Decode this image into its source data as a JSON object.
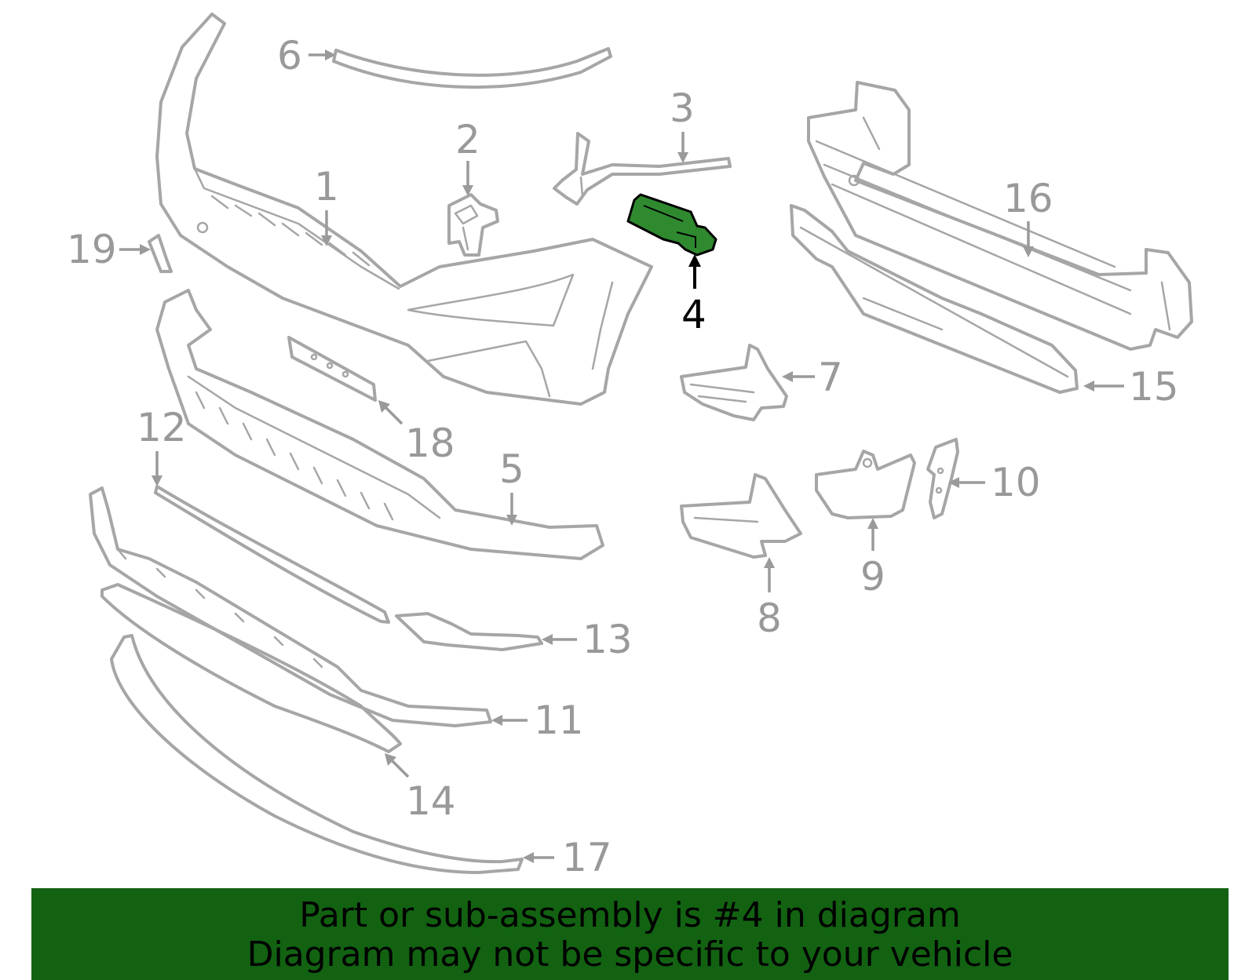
{
  "highlight_color": "#2f8a2f",
  "banner_color": "#126212",
  "highlighted_part": "4",
  "callouts": [
    {
      "id": "1",
      "label": "1"
    },
    {
      "id": "2",
      "label": "2"
    },
    {
      "id": "3",
      "label": "3"
    },
    {
      "id": "4",
      "label": "4"
    },
    {
      "id": "5",
      "label": "5"
    },
    {
      "id": "6",
      "label": "6"
    },
    {
      "id": "7",
      "label": "7"
    },
    {
      "id": "8",
      "label": "8"
    },
    {
      "id": "9",
      "label": "9"
    },
    {
      "id": "10",
      "label": "10"
    },
    {
      "id": "11",
      "label": "11"
    },
    {
      "id": "12",
      "label": "12"
    },
    {
      "id": "13",
      "label": "13"
    },
    {
      "id": "14",
      "label": "14"
    },
    {
      "id": "15",
      "label": "15"
    },
    {
      "id": "16",
      "label": "16"
    },
    {
      "id": "17",
      "label": "17"
    },
    {
      "id": "18",
      "label": "18"
    },
    {
      "id": "19",
      "label": "19"
    }
  ],
  "banner": {
    "line1": "Part or sub-assembly is #4 in diagram",
    "line2": "Diagram may not be specific to your vehicle"
  }
}
